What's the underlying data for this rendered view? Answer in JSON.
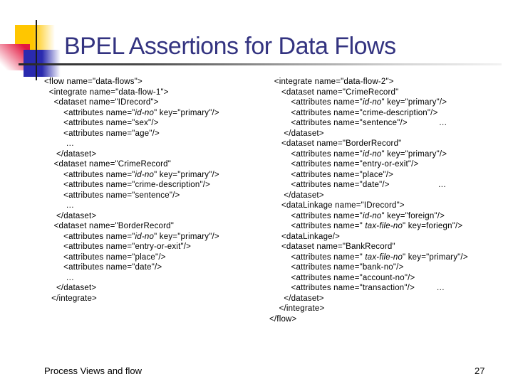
{
  "slide": {
    "title": "BPEL Assertions for Data Flows",
    "footer": {
      "left_text": "Process Views and flow",
      "page_number": "27"
    },
    "colors": {
      "title_text": "#333380",
      "code_text": "#000000",
      "accent_yellow": "#FFC600",
      "accent_red": "#E31740",
      "accent_blue": "#2A2AAE"
    }
  },
  "code": {
    "left_column_lines": [
      "<flow name=\"data-flows\">",
      "  <integrate name=\"data-flow-1\">",
      "    <dataset name=\"IDrecord\">",
      "        <attributes name=\"*id-no*\" key=\"primary\"/>",
      "        <attributes name=\"sex\"/>",
      "        <attributes name=\"age\"/>",
      "         …",
      "     </dataset>",
      "    <dataset name=\"CrimeRecord\"",
      "        <attributes name=\"*id-no*\" key=\"primary\"/>",
      "        <attributes name=\"crime-description\"/>",
      "        <attributes name=\"sentence\"/>",
      "         …",
      "     </dataset>",
      "    <dataset name=\"BorderRecord\"",
      "        <attributes name=\"*id-no*\" key=\"primary\"/>",
      "        <attributes name=\"entry-or-exit\"/>",
      "        <attributes name=\"place\"/>",
      "        <attributes name=\"date\"/>",
      "         …",
      "     </dataset>",
      "   </integrate>"
    ],
    "right_column_lines": [
      "  <integrate name=\"data-flow-2\">",
      "     <dataset name=\"CrimeRecord\"",
      "         <attributes name=\"*id-no*\" key=\"primary\"/>",
      "         <attributes name=\"crime-description\"/>",
      "         <attributes name=\"sentence\"/>             …",
      "      </dataset>",
      "     <dataset name=\"BorderRecord\"",
      "         <attributes name=\"*id-no*\" key=\"primary\"/>",
      "         <attributes name=\"entry-or-exit\"/>",
      "         <attributes name=\"place\"/>",
      "         <attributes name=\"date\"/>                    …",
      "      </dataset>",
      "     <dataLinkage name=\"IDrecord\">",
      "         <attributes name=\"*id-no*\" key=\"foreign\"/>",
      "         <attributes name=\" *tax-file-no*\" key=foriegn\"/>",
      "     <dataLinkage/>",
      "     <dataset name=\"BankRecord\"",
      "         <attributes name=\" *tax-file-no*\" key=\"primary\"/>",
      "         <attributes name=\"bank-no\"/>",
      "         <attributes name=\"account-no\"/>",
      "         <attributes name=\"transaction\"/>         …",
      "      </dataset>",
      "    </integrate>",
      "</flow>"
    ]
  }
}
